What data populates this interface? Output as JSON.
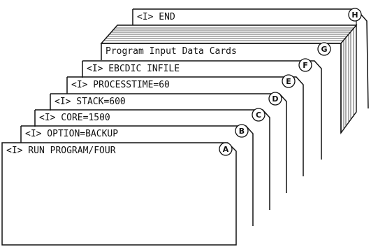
{
  "cards": [
    {
      "letter": "A",
      "label": "<I> RUN PROGRAM/FOUR"
    },
    {
      "letter": "B",
      "label": "<I> OPTION=BACKUP"
    },
    {
      "letter": "C",
      "label": "<I> CORE=1500"
    },
    {
      "letter": "D",
      "label": "<I> STACK=600"
    },
    {
      "letter": "E",
      "label": "<I> PROCESSTIME=60"
    },
    {
      "letter": "F",
      "label": "<I> EBCDIC INFILE"
    },
    {
      "letter": "G",
      "label": "Program Input Data Cards"
    },
    {
      "letter": "H",
      "label": "<I> END"
    }
  ],
  "colors": {
    "ink": "#111111",
    "paper": "#ffffff"
  }
}
